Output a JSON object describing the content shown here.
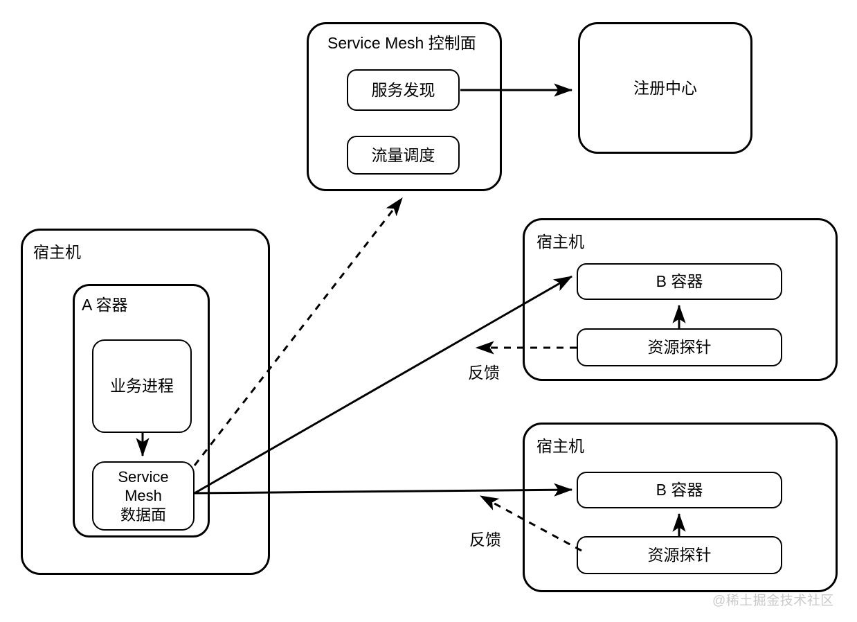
{
  "diagram": {
    "title_text": "Service Mesh 控制面",
    "watermark": "@稀土掘金技术社区",
    "colors": {
      "stroke": "#000000",
      "background": "#ffffff",
      "watermark": "#c9c9c9"
    },
    "nodes": {
      "control_plane": {
        "label": "Service Mesh 控制面",
        "children": {
          "service_discovery": "服务发现",
          "traffic_scheduling": "流量调度"
        }
      },
      "registry": {
        "label": "注册中心"
      },
      "host_left": {
        "label": "宿主机",
        "container_a": {
          "label": "A 容器",
          "business_process": "业务进程",
          "service_mesh_data_plane": "Service\nMesh\n数据面"
        }
      },
      "host_top_right": {
        "label": "宿主机",
        "container_b": "B 容器",
        "resource_probe": "资源探针"
      },
      "host_bottom_right": {
        "label": "宿主机",
        "container_b": "B 容器",
        "resource_probe": "资源探针"
      }
    },
    "edges": {
      "discovery_to_registry": {
        "style": "solid",
        "label": ""
      },
      "mesh_to_control_plane": {
        "style": "dashed",
        "label": ""
      },
      "mesh_to_container_b_top": {
        "style": "solid",
        "label": ""
      },
      "mesh_to_container_b_bottom": {
        "style": "solid",
        "label": ""
      },
      "probe_to_container_b_top": {
        "style": "solid",
        "label": ""
      },
      "probe_to_container_b_bottom": {
        "style": "solid",
        "label": ""
      },
      "feedback_top": {
        "style": "dashed",
        "label": "反馈"
      },
      "feedback_bottom": {
        "style": "dashed",
        "label": "反馈"
      },
      "process_to_mesh": {
        "style": "solid",
        "label": ""
      }
    }
  }
}
